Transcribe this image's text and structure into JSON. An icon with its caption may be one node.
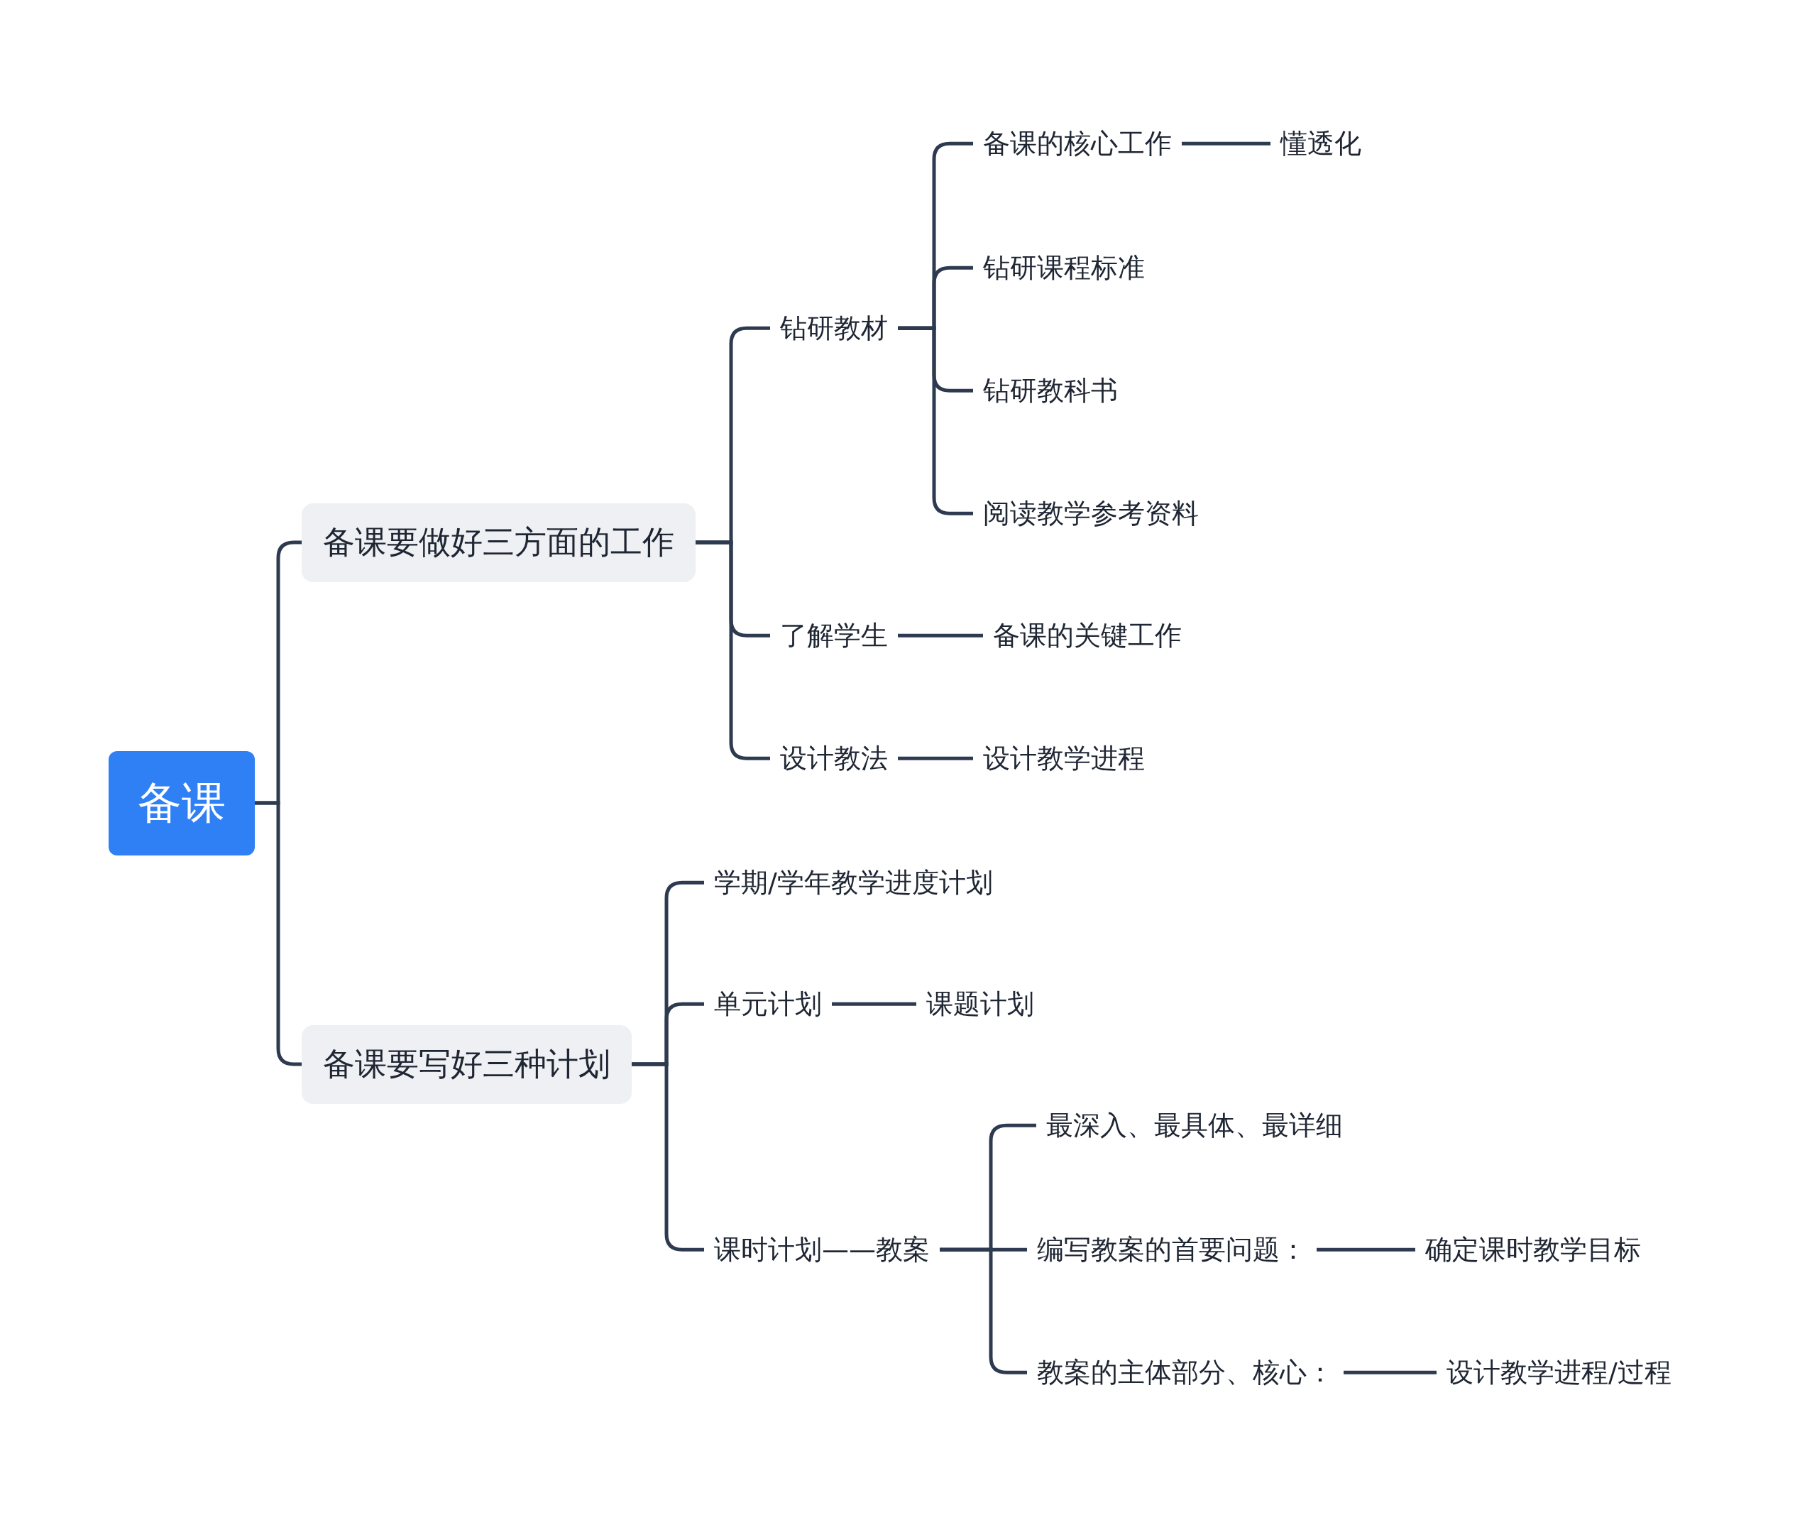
{
  "diagram": {
    "nodes": [
      {
        "text": [
          "备课"
        ]
      },
      {
        "text": [
          "备课要做好三方面的工作"
        ]
      },
      {
        "text": [
          "钻研教材"
        ]
      },
      {
        "text": [
          "备课的核心工作"
        ]
      },
      {
        "text": [
          "懂透化"
        ]
      },
      {
        "text": [
          "钻研课程标准"
        ]
      },
      {
        "text": [
          "钻研教科书"
        ]
      },
      {
        "text": [
          "阅读教学参考资料"
        ]
      },
      {
        "text": [
          "了解学生"
        ]
      },
      {
        "text": [
          "备课的关键工作"
        ]
      },
      {
        "text": [
          "设计教法"
        ]
      },
      {
        "text": [
          "设计教学进程"
        ]
      },
      {
        "text": [
          "备课要写好三种计划"
        ]
      },
      {
        "text": [
          "学期/学年教学进度计划"
        ]
      },
      {
        "text": [
          "单元计划"
        ]
      },
      {
        "text": [
          "课题计划"
        ]
      },
      {
        "text": [
          "课时计划——教案"
        ]
      },
      {
        "text": [
          "最深入、最具体、最详细"
        ]
      },
      {
        "text": [
          "编写教案的首要问题："
        ]
      },
      {
        "text": [
          "确定课时教学目标"
        ]
      },
      {
        "text": [
          "教案的主体部分、核心："
        ]
      },
      {
        "text": [
          "设计教学进程/过程"
        ]
      }
    ],
    "edges": [
      {
        "from": 0,
        "to": 1,
        "arrow": "none"
      },
      {
        "from": 0,
        "to": 12,
        "arrow": "none"
      },
      {
        "from": 1,
        "to": 2,
        "arrow": "none"
      },
      {
        "from": 1,
        "to": 8,
        "arrow": "none"
      },
      {
        "from": 1,
        "to": 10,
        "arrow": "none"
      },
      {
        "from": 2,
        "to": 3,
        "arrow": "none"
      },
      {
        "from": 2,
        "to": 5,
        "arrow": "none"
      },
      {
        "from": 2,
        "to": 6,
        "arrow": "none"
      },
      {
        "from": 2,
        "to": 7,
        "arrow": "none"
      },
      {
        "from": 3,
        "to": 4,
        "arrow": "none"
      },
      {
        "from": 8,
        "to": 9,
        "arrow": "none"
      },
      {
        "from": 10,
        "to": 11,
        "arrow": "none"
      },
      {
        "from": 12,
        "to": 13,
        "arrow": "none"
      },
      {
        "from": 12,
        "to": 14,
        "arrow": "none"
      },
      {
        "from": 12,
        "to": 16,
        "arrow": "none"
      },
      {
        "from": 14,
        "to": 15,
        "arrow": "none"
      },
      {
        "from": 16,
        "to": 17,
        "arrow": "none"
      },
      {
        "from": 16,
        "to": 18,
        "arrow": "none"
      },
      {
        "from": 16,
        "to": 20,
        "arrow": "none"
      },
      {
        "from": 18,
        "to": 19,
        "arrow": "none"
      },
      {
        "from": 20,
        "to": 21,
        "arrow": "none"
      }
    ]
  }
}
